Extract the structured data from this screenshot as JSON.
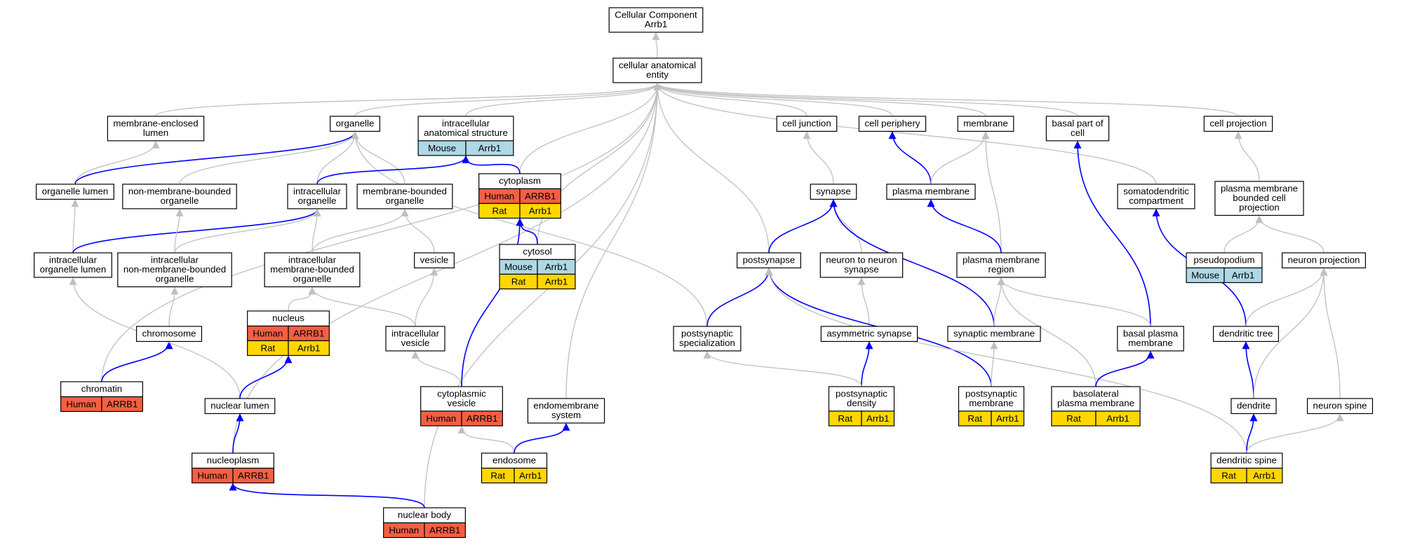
{
  "graph": {
    "colors": {
      "Human": "#f45f43",
      "Rat": "#ffd700",
      "Mouse": "#add8e6",
      "is_a_edge": "#c0c0c0",
      "part_of_edge": "#0000ff"
    },
    "nodes": [
      {
        "id": "root",
        "lines": [
          "Cellular Component",
          "Arrb1"
        ],
        "rows": []
      },
      {
        "id": "cae",
        "lines": [
          "cellular anatomical",
          "entity"
        ],
        "rows": []
      },
      {
        "id": "mel",
        "lines": [
          "membrane-enclosed",
          "lumen"
        ],
        "rows": []
      },
      {
        "id": "organelle",
        "lines": [
          "organelle"
        ],
        "rows": []
      },
      {
        "id": "ias",
        "lines": [
          "intracellular",
          "anatomical structure"
        ],
        "rows": [
          {
            "species": "Mouse",
            "gene": "Arrb1"
          }
        ]
      },
      {
        "id": "celljunction",
        "lines": [
          "cell junction"
        ],
        "rows": []
      },
      {
        "id": "cellperiphery",
        "lines": [
          "cell periphery"
        ],
        "rows": []
      },
      {
        "id": "membrane",
        "lines": [
          "membrane"
        ],
        "rows": []
      },
      {
        "id": "basalpart",
        "lines": [
          "basal part of",
          "cell"
        ],
        "rows": []
      },
      {
        "id": "cellprojection",
        "lines": [
          "cell projection"
        ],
        "rows": []
      },
      {
        "id": "orglumen",
        "lines": [
          "organelle lumen"
        ],
        "rows": []
      },
      {
        "id": "nmbo",
        "lines": [
          "non-membrane-bounded",
          "organelle"
        ],
        "rows": []
      },
      {
        "id": "io",
        "lines": [
          "intracellular",
          "organelle"
        ],
        "rows": []
      },
      {
        "id": "mbo",
        "lines": [
          "membrane-bounded",
          "organelle"
        ],
        "rows": []
      },
      {
        "id": "cytoplasm",
        "lines": [
          "cytoplasm"
        ],
        "rows": [
          {
            "species": "Human",
            "gene": "ARRB1"
          },
          {
            "species": "Rat",
            "gene": "Arrb1"
          }
        ]
      },
      {
        "id": "synapse",
        "lines": [
          "synapse"
        ],
        "rows": []
      },
      {
        "id": "pm",
        "lines": [
          "plasma membrane"
        ],
        "rows": []
      },
      {
        "id": "sdc",
        "lines": [
          "somatodendritic",
          "compartment"
        ],
        "rows": []
      },
      {
        "id": "pmbcp",
        "lines": [
          "plasma membrane",
          "bounded cell",
          "projection"
        ],
        "rows": []
      },
      {
        "id": "iol",
        "lines": [
          "intracellular",
          "organelle lumen"
        ],
        "rows": []
      },
      {
        "id": "inmbo",
        "lines": [
          "intracellular",
          "non-membrane-bounded",
          "organelle"
        ],
        "rows": []
      },
      {
        "id": "imbo",
        "lines": [
          "intracellular",
          "membrane-bounded",
          "organelle"
        ],
        "rows": []
      },
      {
        "id": "vesicle",
        "lines": [
          "vesicle"
        ],
        "rows": []
      },
      {
        "id": "cytosol",
        "lines": [
          "cytosol"
        ],
        "rows": [
          {
            "species": "Mouse",
            "gene": "Arrb1"
          },
          {
            "species": "Rat",
            "gene": "Arrb1"
          }
        ]
      },
      {
        "id": "postsynapse",
        "lines": [
          "postsynapse"
        ],
        "rows": []
      },
      {
        "id": "n2n",
        "lines": [
          "neuron to neuron",
          "synapse"
        ],
        "rows": []
      },
      {
        "id": "pmr",
        "lines": [
          "plasma membrane",
          "region"
        ],
        "rows": []
      },
      {
        "id": "pseudopodium",
        "lines": [
          "pseudopodium"
        ],
        "rows": [
          {
            "species": "Mouse",
            "gene": "Arrb1"
          }
        ]
      },
      {
        "id": "neuronproj",
        "lines": [
          "neuron projection"
        ],
        "rows": []
      },
      {
        "id": "nucleus",
        "lines": [
          "nucleus"
        ],
        "rows": [
          {
            "species": "Human",
            "gene": "ARRB1"
          },
          {
            "species": "Rat",
            "gene": "Arrb1"
          }
        ]
      },
      {
        "id": "chromosome",
        "lines": [
          "chromosome"
        ],
        "rows": []
      },
      {
        "id": "ivesicle",
        "lines": [
          "intracellular",
          "vesicle"
        ],
        "rows": []
      },
      {
        "id": "pss",
        "lines": [
          "postsynaptic",
          "specialization"
        ],
        "rows": []
      },
      {
        "id": "asym",
        "lines": [
          "asymmetric synapse"
        ],
        "rows": []
      },
      {
        "id": "synmem",
        "lines": [
          "synaptic membrane"
        ],
        "rows": []
      },
      {
        "id": "basalpm",
        "lines": [
          "basal plasma",
          "membrane"
        ],
        "rows": []
      },
      {
        "id": "dendtree",
        "lines": [
          "dendritic tree"
        ],
        "rows": []
      },
      {
        "id": "chromatin",
        "lines": [
          "chromatin"
        ],
        "rows": [
          {
            "species": "Human",
            "gene": "ARRB1"
          }
        ]
      },
      {
        "id": "nuclumen",
        "lines": [
          "nuclear lumen"
        ],
        "rows": []
      },
      {
        "id": "cytves",
        "lines": [
          "cytoplasmic",
          "vesicle"
        ],
        "rows": [
          {
            "species": "Human",
            "gene": "ARRB1"
          }
        ]
      },
      {
        "id": "endomem",
        "lines": [
          "endomembrane",
          "system"
        ],
        "rows": []
      },
      {
        "id": "psd",
        "lines": [
          "postsynaptic",
          "density"
        ],
        "rows": [
          {
            "species": "Rat",
            "gene": "Arrb1"
          }
        ]
      },
      {
        "id": "psm",
        "lines": [
          "postsynaptic",
          "membrane"
        ],
        "rows": [
          {
            "species": "Rat",
            "gene": "Arrb1"
          }
        ]
      },
      {
        "id": "blpm",
        "lines": [
          "basolateral",
          "plasma membrane"
        ],
        "rows": [
          {
            "species": "Rat",
            "gene": "Arrb1"
          }
        ]
      },
      {
        "id": "dendrite",
        "lines": [
          "dendrite"
        ],
        "rows": []
      },
      {
        "id": "nspine",
        "lines": [
          "neuron spine"
        ],
        "rows": []
      },
      {
        "id": "nucleoplasm",
        "lines": [
          "nucleoplasm"
        ],
        "rows": [
          {
            "species": "Human",
            "gene": "ARRB1"
          }
        ]
      },
      {
        "id": "endosome",
        "lines": [
          "endosome"
        ],
        "rows": [
          {
            "species": "Rat",
            "gene": "Arrb1"
          }
        ]
      },
      {
        "id": "dspine",
        "lines": [
          "dendritic spine"
        ],
        "rows": [
          {
            "species": "Rat",
            "gene": "Arrb1"
          }
        ]
      },
      {
        "id": "nucbody",
        "lines": [
          "nuclear body"
        ],
        "rows": [
          {
            "species": "Human",
            "gene": "ARRB1"
          }
        ]
      }
    ],
    "edges": [
      {
        "from": "cae",
        "to": "root",
        "type": "is_a"
      },
      {
        "from": "mel",
        "to": "cae",
        "type": "is_a"
      },
      {
        "from": "organelle",
        "to": "cae",
        "type": "is_a"
      },
      {
        "from": "ias",
        "to": "cae",
        "type": "is_a"
      },
      {
        "from": "celljunction",
        "to": "cae",
        "type": "is_a"
      },
      {
        "from": "cellperiphery",
        "to": "cae",
        "type": "is_a"
      },
      {
        "from": "membrane",
        "to": "cae",
        "type": "is_a"
      },
      {
        "from": "basalpart",
        "to": "cae",
        "type": "is_a"
      },
      {
        "from": "cellprojection",
        "to": "cae",
        "type": "is_a"
      },
      {
        "from": "sdc",
        "to": "cae",
        "type": "is_a"
      },
      {
        "from": "cytoplasm",
        "to": "cae",
        "type": "is_a"
      },
      {
        "from": "cytosol",
        "to": "cae",
        "type": "is_a"
      },
      {
        "from": "postsynapse",
        "to": "cae",
        "type": "is_a"
      },
      {
        "from": "endomem",
        "to": "cae",
        "type": "is_a"
      },
      {
        "from": "chromatin",
        "to": "cae",
        "type": "is_a"
      },
      {
        "from": "nucleoplasm",
        "to": "cae",
        "type": "is_a"
      },
      {
        "from": "nucbody",
        "to": "cae",
        "type": "is_a"
      },
      {
        "from": "orglumen",
        "to": "mel",
        "type": "is_a"
      },
      {
        "from": "orglumen",
        "to": "organelle",
        "type": "part_of"
      },
      {
        "from": "nmbo",
        "to": "organelle",
        "type": "is_a"
      },
      {
        "from": "io",
        "to": "organelle",
        "type": "is_a"
      },
      {
        "from": "mbo",
        "to": "organelle",
        "type": "is_a"
      },
      {
        "from": "pss",
        "to": "organelle",
        "type": "is_a"
      },
      {
        "from": "io",
        "to": "ias",
        "type": "part_of"
      },
      {
        "from": "cytoplasm",
        "to": "ias",
        "type": "part_of"
      },
      {
        "from": "iol",
        "to": "orglumen",
        "type": "is_a"
      },
      {
        "from": "iol",
        "to": "io",
        "type": "part_of"
      },
      {
        "from": "inmbo",
        "to": "nmbo",
        "type": "is_a"
      },
      {
        "from": "inmbo",
        "to": "io",
        "type": "is_a"
      },
      {
        "from": "imbo",
        "to": "io",
        "type": "is_a"
      },
      {
        "from": "imbo",
        "to": "mbo",
        "type": "is_a"
      },
      {
        "from": "vesicle",
        "to": "mbo",
        "type": "is_a"
      },
      {
        "from": "chromosome",
        "to": "inmbo",
        "type": "is_a"
      },
      {
        "from": "nucleus",
        "to": "imbo",
        "type": "is_a"
      },
      {
        "from": "ivesicle",
        "to": "imbo",
        "type": "is_a"
      },
      {
        "from": "ivesicle",
        "to": "vesicle",
        "type": "is_a"
      },
      {
        "from": "cytves",
        "to": "ivesicle",
        "type": "is_a"
      },
      {
        "from": "cytves",
        "to": "cytoplasm",
        "type": "part_of"
      },
      {
        "from": "cytosol",
        "to": "cytoplasm",
        "type": "part_of"
      },
      {
        "from": "chromatin",
        "to": "chromosome",
        "type": "part_of"
      },
      {
        "from": "nuclumen",
        "to": "iol",
        "type": "is_a"
      },
      {
        "from": "nuclumen",
        "to": "nucleus",
        "type": "part_of"
      },
      {
        "from": "nucleoplasm",
        "to": "nuclumen",
        "type": "part_of"
      },
      {
        "from": "nucbody",
        "to": "nucleoplasm",
        "type": "part_of"
      },
      {
        "from": "endosome",
        "to": "cytves",
        "type": "is_a"
      },
      {
        "from": "endosome",
        "to": "endomem",
        "type": "part_of"
      },
      {
        "from": "synapse",
        "to": "celljunction",
        "type": "is_a"
      },
      {
        "from": "postsynapse",
        "to": "synapse",
        "type": "part_of"
      },
      {
        "from": "n2n",
        "to": "synapse",
        "type": "is_a"
      },
      {
        "from": "asym",
        "to": "n2n",
        "type": "is_a"
      },
      {
        "from": "psd",
        "to": "asym",
        "type": "part_of"
      },
      {
        "from": "pss",
        "to": "postsynapse",
        "type": "part_of"
      },
      {
        "from": "psd",
        "to": "pss",
        "type": "is_a"
      },
      {
        "from": "psm",
        "to": "postsynapse",
        "type": "part_of"
      },
      {
        "from": "dspine",
        "to": "postsynapse",
        "type": "is_a"
      },
      {
        "from": "pm",
        "to": "cellperiphery",
        "type": "part_of"
      },
      {
        "from": "pm",
        "to": "membrane",
        "type": "is_a"
      },
      {
        "from": "pmr",
        "to": "membrane",
        "type": "is_a"
      },
      {
        "from": "pmr",
        "to": "pm",
        "type": "part_of"
      },
      {
        "from": "synmem",
        "to": "synapse",
        "type": "part_of"
      },
      {
        "from": "synmem",
        "to": "pmr",
        "type": "is_a"
      },
      {
        "from": "psm",
        "to": "synmem",
        "type": "is_a"
      },
      {
        "from": "basalpm",
        "to": "basalpart",
        "type": "part_of"
      },
      {
        "from": "basalpm",
        "to": "pmr",
        "type": "is_a"
      },
      {
        "from": "blpm",
        "to": "pmr",
        "type": "is_a"
      },
      {
        "from": "blpm",
        "to": "basalpm",
        "type": "part_of"
      },
      {
        "from": "dendtree",
        "to": "sdc",
        "type": "part_of"
      },
      {
        "from": "dendtree",
        "to": "neuronproj",
        "type": "is_a"
      },
      {
        "from": "pmbcp",
        "to": "cellprojection",
        "type": "is_a"
      },
      {
        "from": "pseudopodium",
        "to": "pmbcp",
        "type": "is_a"
      },
      {
        "from": "neuronproj",
        "to": "pmbcp",
        "type": "is_a"
      },
      {
        "from": "dendrite",
        "to": "dendtree",
        "type": "part_of"
      },
      {
        "from": "dendrite",
        "to": "neuronproj",
        "type": "is_a"
      },
      {
        "from": "dspine",
        "to": "dendrite",
        "type": "part_of"
      },
      {
        "from": "nspine",
        "to": "neuronproj",
        "type": "is_a"
      },
      {
        "from": "dspine",
        "to": "nspine",
        "type": "is_a"
      }
    ]
  }
}
